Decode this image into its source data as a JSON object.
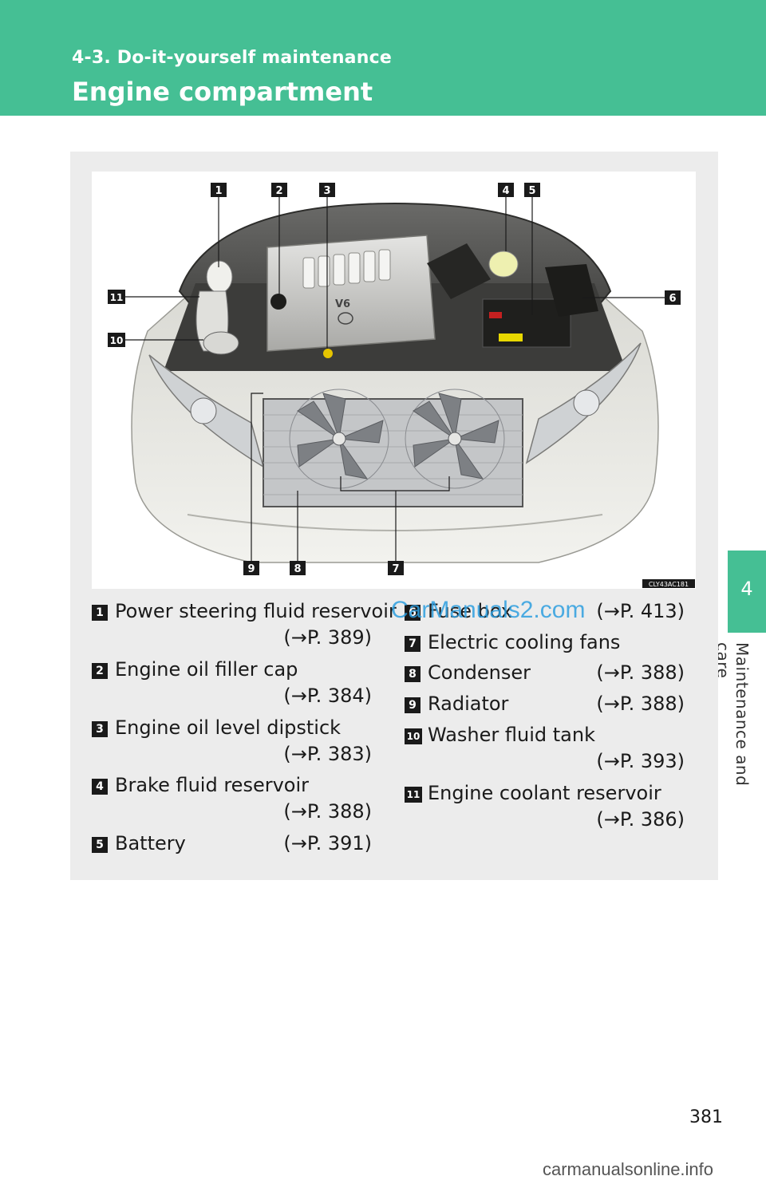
{
  "header": {
    "section": "4-3. Do-it-yourself maintenance",
    "title": "Engine compartment"
  },
  "side_tab": {
    "number": "4",
    "caption": "Maintenance and care"
  },
  "illustration": {
    "code": "CLY43AC181",
    "callouts": [
      "1",
      "2",
      "3",
      "4",
      "5",
      "6",
      "7",
      "8",
      "9",
      "10",
      "11"
    ],
    "engine_badge": "V6"
  },
  "legend_left": [
    {
      "num": "1",
      "text": "Power steering fluid reservoir",
      "ref": "(→P. 389)"
    },
    {
      "num": "2",
      "text": "Engine oil filler cap",
      "ref": "(→P. 384)"
    },
    {
      "num": "3",
      "text": "Engine oil level dipstick",
      "ref": "(→P. 383)"
    },
    {
      "num": "4",
      "text": "Brake fluid reservoir",
      "ref": "(→P. 388)"
    },
    {
      "num": "5",
      "text": "Battery",
      "ref": "(→P. 391)"
    }
  ],
  "legend_right": [
    {
      "num": "6",
      "text": "Fuse box",
      "ref": "(→P. 413)"
    },
    {
      "num": "7",
      "text": "Electric cooling fans",
      "ref": ""
    },
    {
      "num": "8",
      "text": "Condenser",
      "ref": "(→P. 388)"
    },
    {
      "num": "9",
      "text": "Radiator",
      "ref": "(→P. 388)"
    },
    {
      "num": "10",
      "text": "Washer fluid tank",
      "ref": "(→P. 393)"
    },
    {
      "num": "11",
      "text": "Engine coolant reservoir",
      "ref": "(→P. 386)"
    }
  ],
  "watermark_top": "CarManuals2.com",
  "page_number": "381",
  "watermark_bottom": "carmanualsonline.info"
}
